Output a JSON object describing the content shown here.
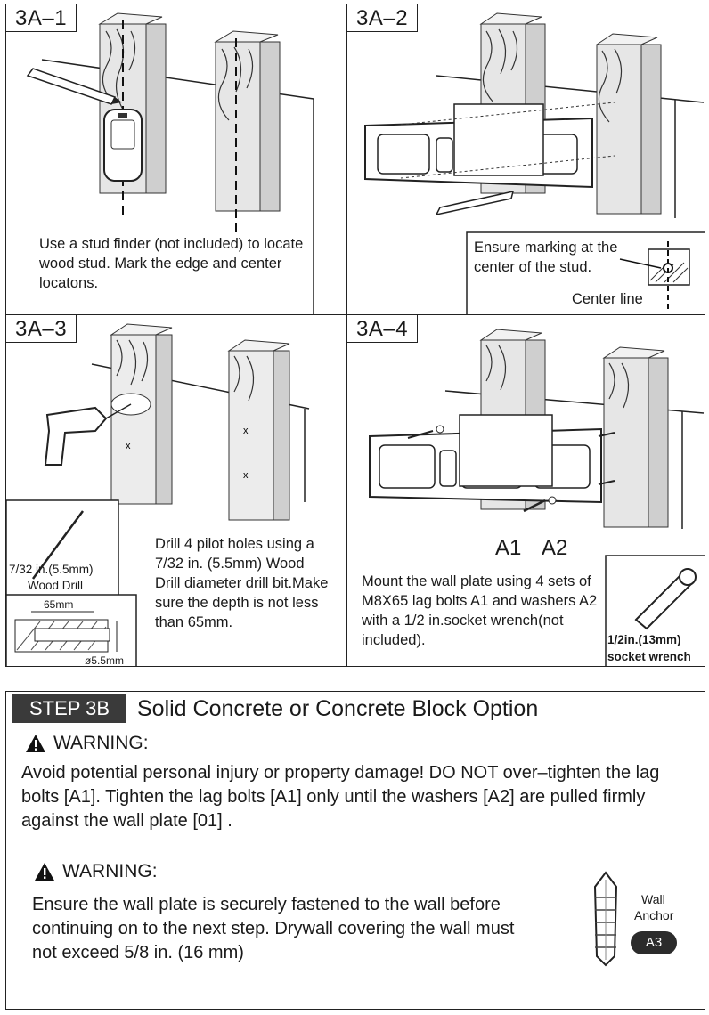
{
  "panels": [
    {
      "tag": "3A–1",
      "text": "Use a stud finder (not included) to locate wood stud. Mark the edge and center locatons."
    },
    {
      "tag": "3A–2",
      "inset_text": "Ensure marking at the center of the stud.",
      "inset_label": "Center line"
    },
    {
      "tag": "3A–3",
      "text": "Drill 4 pilot holes using a 7/32 in. (5.5mm) Wood Drill diameter drill bit.Make sure the depth is not less than 65mm.",
      "drill_label_1": "7/32 in.(5.5mm)",
      "drill_label_2": "Wood Drill",
      "depth_label": "65mm",
      "dia_label": "ø5.5mm"
    },
    {
      "tag": "3A–4",
      "text": "Mount the wall plate using 4 sets of M8X65 lag bolts A1 and washers A2 with a 1/2 in.socket wrench(not included).",
      "callout_1": "A1",
      "callout_2": "A2",
      "wrench_label_1": "1/2in.(13mm)",
      "wrench_label_2": "socket wrench"
    }
  ],
  "step": {
    "label": "STEP 3B",
    "title": "Solid Concrete or Concrete Block Option",
    "warning1_title": "WARNING:",
    "warning1_body": "Avoid potential personal injury or property damage! DO NOT over–tighten the lag bolts [A1]. Tighten the lag bolts [A1] only until the washers [A2] are pulled firmly against the wall plate [01] .",
    "warning2_title": "WARNING:",
    "warning2_body": "Ensure the wall plate is securely fastened to the wall before continuing on to the next step. Drywall covering the wall must not exceed 5/8 in. (16 mm)",
    "anchor_label_1": "Wall",
    "anchor_label_2": "Anchor",
    "anchor_badge": "A3"
  }
}
